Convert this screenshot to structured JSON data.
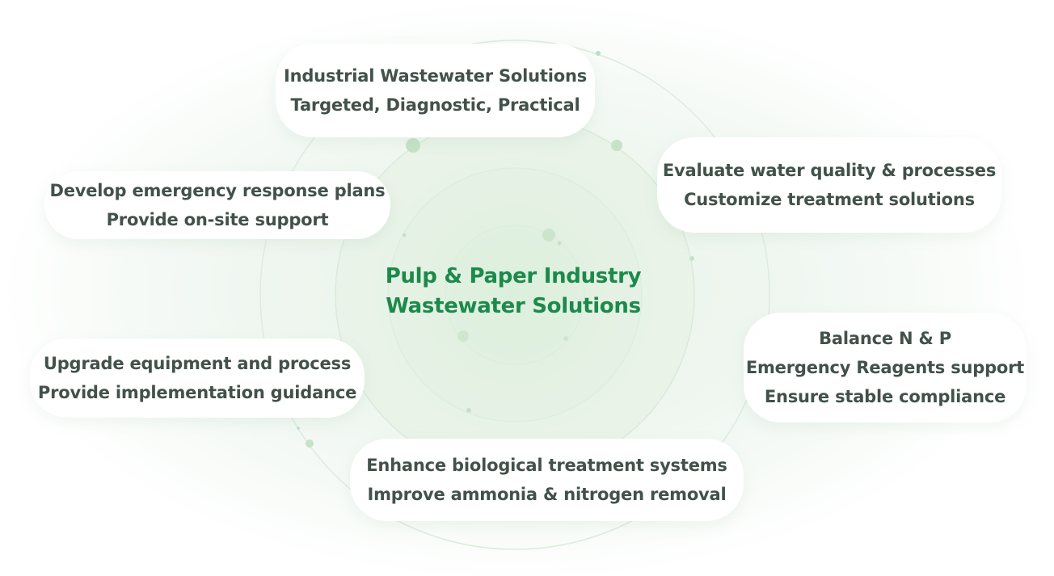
{
  "diagram": {
    "center": {
      "lines": [
        "Pulp & Paper Industry",
        "Wastewater Solutions"
      ]
    },
    "nodes": [
      {
        "id": "industrial",
        "lines": [
          "Industrial Wastewater Solutions",
          "Targeted, Diagnostic, Practical"
        ]
      },
      {
        "id": "evaluate",
        "lines": [
          "Evaluate water quality & processes",
          "Customize treatment solutions"
        ]
      },
      {
        "id": "emergency-plans",
        "lines": [
          "Develop emergency response plans",
          "Provide on-site support"
        ]
      },
      {
        "id": "balance",
        "lines": [
          "Balance N & P",
          "Emergency Reagents support",
          "Ensure stable compliance"
        ]
      },
      {
        "id": "upgrade",
        "lines": [
          "Upgrade equipment and process",
          "Provide implementation guidance"
        ]
      },
      {
        "id": "biological",
        "lines": [
          "Enhance biological treatment systems",
          "Improve ammonia & nitrogen removal"
        ]
      }
    ],
    "colors": {
      "accent": "#1b8a4a",
      "card_text": "#425149",
      "card_bg": "#ffffff",
      "ring": "#d5e8d6",
      "dot": "#b9dcbf"
    }
  }
}
